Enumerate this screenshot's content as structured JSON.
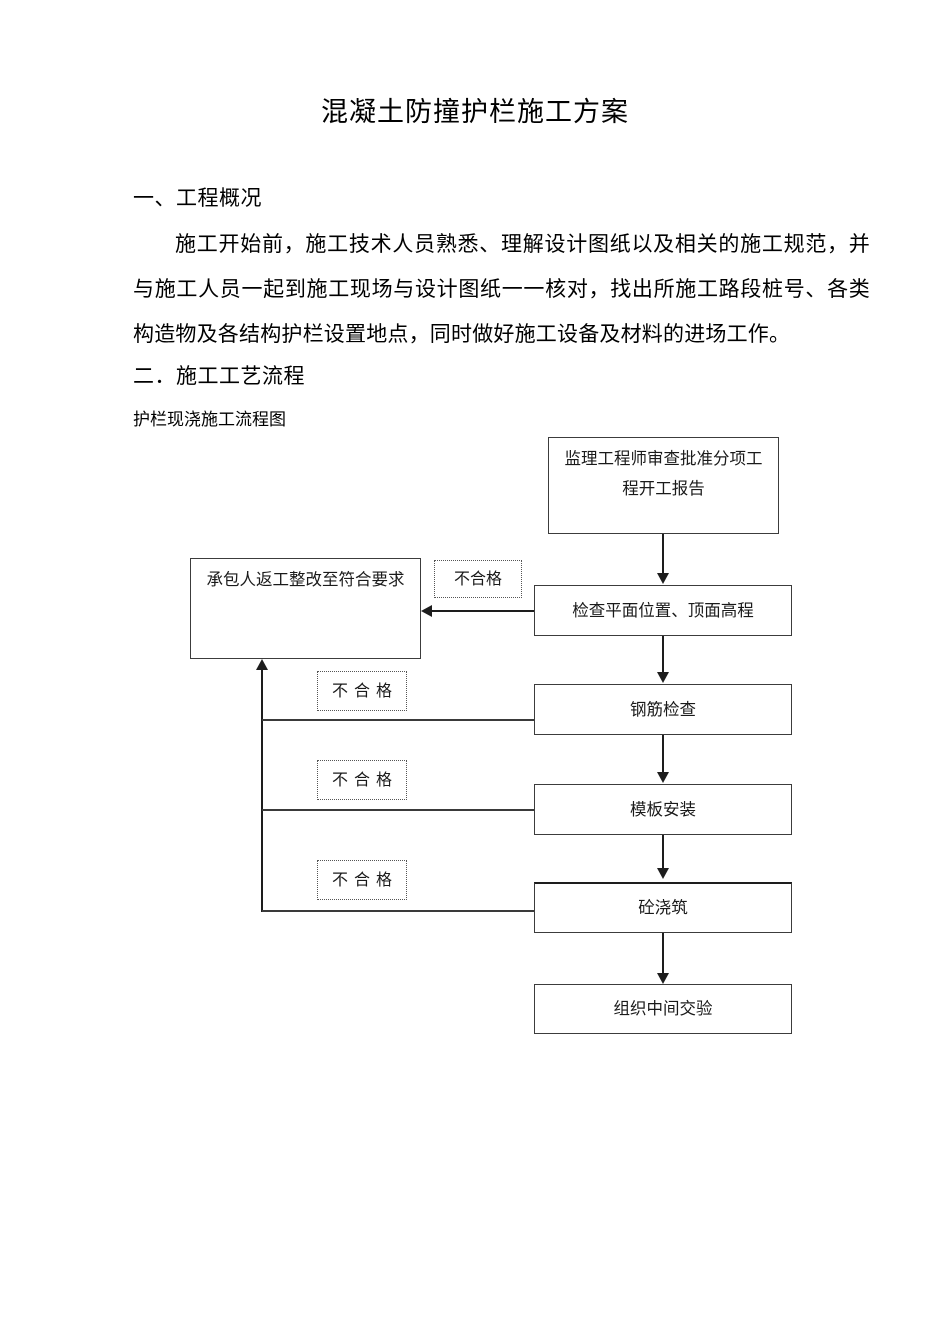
{
  "document": {
    "title": "混凝土防撞护栏施工方案",
    "sections": [
      {
        "heading": "一、工程概况",
        "paragraph": "施工开始前，施工技术人员熟悉、理解设计图纸以及相关的施工规范，并与施工人员一起到施工现场与设计图纸一一核对，找出所施工路段桩号、各类构造物及各结构护栏设置地点，同时做好施工设备及材料的进场工作。"
      },
      {
        "heading": "二．施工工艺流程",
        "caption": "护栏现浇施工流程图"
      }
    ]
  },
  "flowchart": {
    "caption": "护栏现浇施工流程图",
    "nodes": [
      {
        "id": "approval",
        "label": "监理工程师审查批准分项工程开工报告"
      },
      {
        "id": "rework",
        "label": "承包人返工整改至符合要求"
      },
      {
        "id": "check-position",
        "label": "检查平面位置、顶面高程"
      },
      {
        "id": "rebar-check",
        "label": "钢筋检查"
      },
      {
        "id": "formwork",
        "label": "模板安装"
      },
      {
        "id": "concrete-pour",
        "label": "砼浇筑"
      },
      {
        "id": "interim-acceptance",
        "label": "组织中间交验"
      }
    ],
    "reject_tags": [
      {
        "id": "reject-1",
        "label": "不合格"
      },
      {
        "id": "reject-2",
        "label": "不合格"
      },
      {
        "id": "reject-3",
        "label": "不合格"
      },
      {
        "id": "reject-4",
        "label": "不合格"
      }
    ]
  }
}
